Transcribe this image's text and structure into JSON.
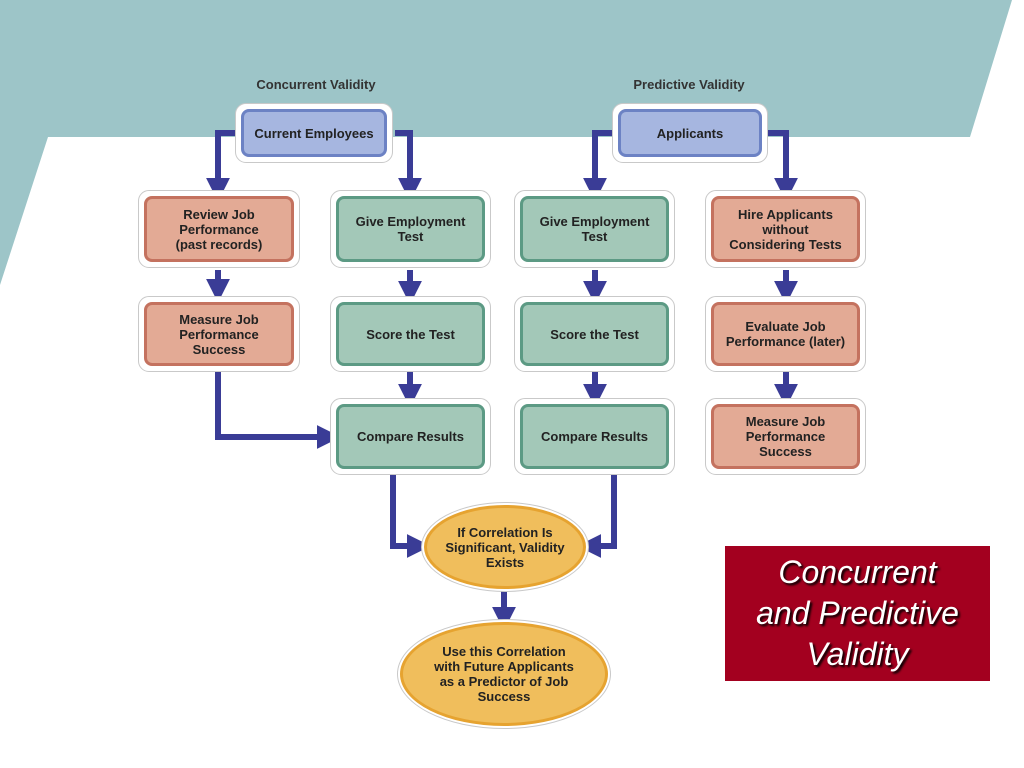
{
  "slide_title": "Concurrent\nand Predictive\nValidity",
  "colors": {
    "band": "#9dc5c8",
    "title_bg": "#a3001f",
    "arrow": "#3a3c96",
    "start_box": "#a6b6e0",
    "job_box": "#e3aa95",
    "test_box": "#a3c8b8",
    "result_ellipse": "#f0be5c"
  },
  "concurrent": {
    "heading": "Concurrent Validity",
    "start": "Current Employees",
    "review": "Review Job\nPerformance\n(past records)",
    "measure": "Measure Job\nPerformance\nSuccess",
    "give_test": "Give Employment\nTest",
    "score": "Score the Test",
    "compare": "Compare Results"
  },
  "predictive": {
    "heading": "Predictive Validity",
    "start": "Applicants",
    "give_test": "Give Employment\nTest",
    "score": "Score the Test",
    "compare": "Compare Results",
    "hire": "Hire Applicants\nwithout\nConsidering Tests",
    "evaluate": "Evaluate Job\nPerformance (later)",
    "measure": "Measure Job\nPerformance\nSuccess"
  },
  "outcome": {
    "correlation": "If Correlation Is\nSignificant, Validity\nExists",
    "use": "Use this Correlation\nwith Future Applicants\nas a Predictor of Job\nSuccess"
  }
}
